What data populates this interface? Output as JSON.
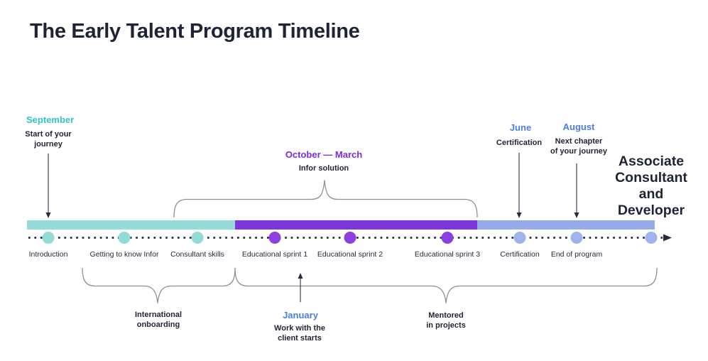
{
  "title": "The Early Talent Program Timeline",
  "colors": {
    "dark_text": "#1d2436",
    "teal_accent": "#30c5c9",
    "teal_bar": "#95dcd9",
    "purple_accent": "#7c2be2",
    "purple_bar": "#7c36d9",
    "blue_accent": "#4b7de2",
    "blue_bar": "#96ace8",
    "brace_gray": "#909090",
    "dotted_line": "#262c3d"
  },
  "timeline": {
    "milestones": [
      {
        "label": "Introduction"
      },
      {
        "label": "Getting to know Infor"
      },
      {
        "label": "Consultant skills"
      },
      {
        "label": "Educational sprint 1"
      },
      {
        "label": "Educational sprint 2"
      },
      {
        "label": "Educational sprint 3"
      },
      {
        "label": "Certification"
      },
      {
        "label": "End of program"
      }
    ]
  },
  "annotations": {
    "september": {
      "month": "September",
      "text": "Start of your\njourney"
    },
    "october_march": {
      "month": "October — March",
      "text": "Infor solution"
    },
    "june": {
      "month": "June",
      "text": "Certification"
    },
    "august": {
      "month": "August",
      "text": "Next chapter\nof your journey"
    },
    "january": {
      "month": "January",
      "text": "Work with the\nclient starts"
    },
    "international_onboarding": {
      "text": "International\nonboarding"
    },
    "mentored_in_projects": {
      "text": "Mentored\nin projects"
    },
    "outcome": {
      "text": "Associate\nConsultant\nand\nDeveloper"
    }
  }
}
